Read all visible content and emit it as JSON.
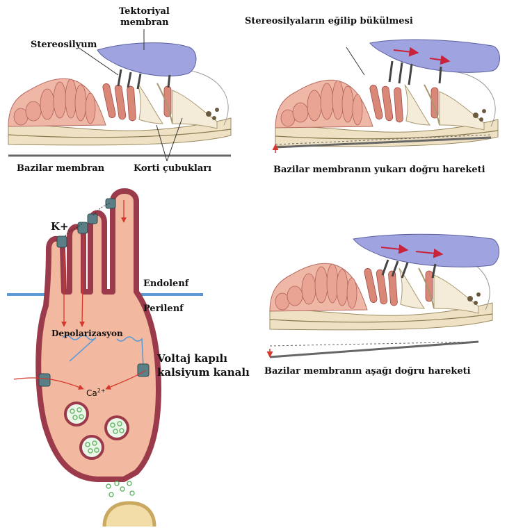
{
  "labels": {
    "tektoriyal_line1": "Tektoriyal",
    "tektoriyal_line2": "membran",
    "stereosilyum": "Stereosilyum",
    "bending": "Stereosilyaların eğilip bükülmesi",
    "bazilar_membran": "Bazilar membran",
    "korti": "Korti çubukları",
    "up_motion": "Bazilar membranın yukarı doğru hareketi",
    "k_plus": "K+",
    "endolenf": "Endolenf",
    "perilenf": "Perilenf",
    "depolarizasyon": "Depolarizasyon",
    "voltaj_line1": "Voltaj kapılı",
    "voltaj_line2": "kalsiyum kanalı",
    "ca": "Ca",
    "ca_sup": "2+",
    "down_motion": "Bazilar membranın aşağı doğru hareketi"
  },
  "colors": {
    "tectorial": "#9fa3e0",
    "hair_cell": "#e89c8a",
    "cell_membrane": "#9b3a4a",
    "cytoplasm": "#f3b9a0",
    "arrow": "#d4372b",
    "endolymph_line": "#5b9bd5",
    "vesicle": "#69b86a",
    "channel": "#5a7f86"
  }
}
